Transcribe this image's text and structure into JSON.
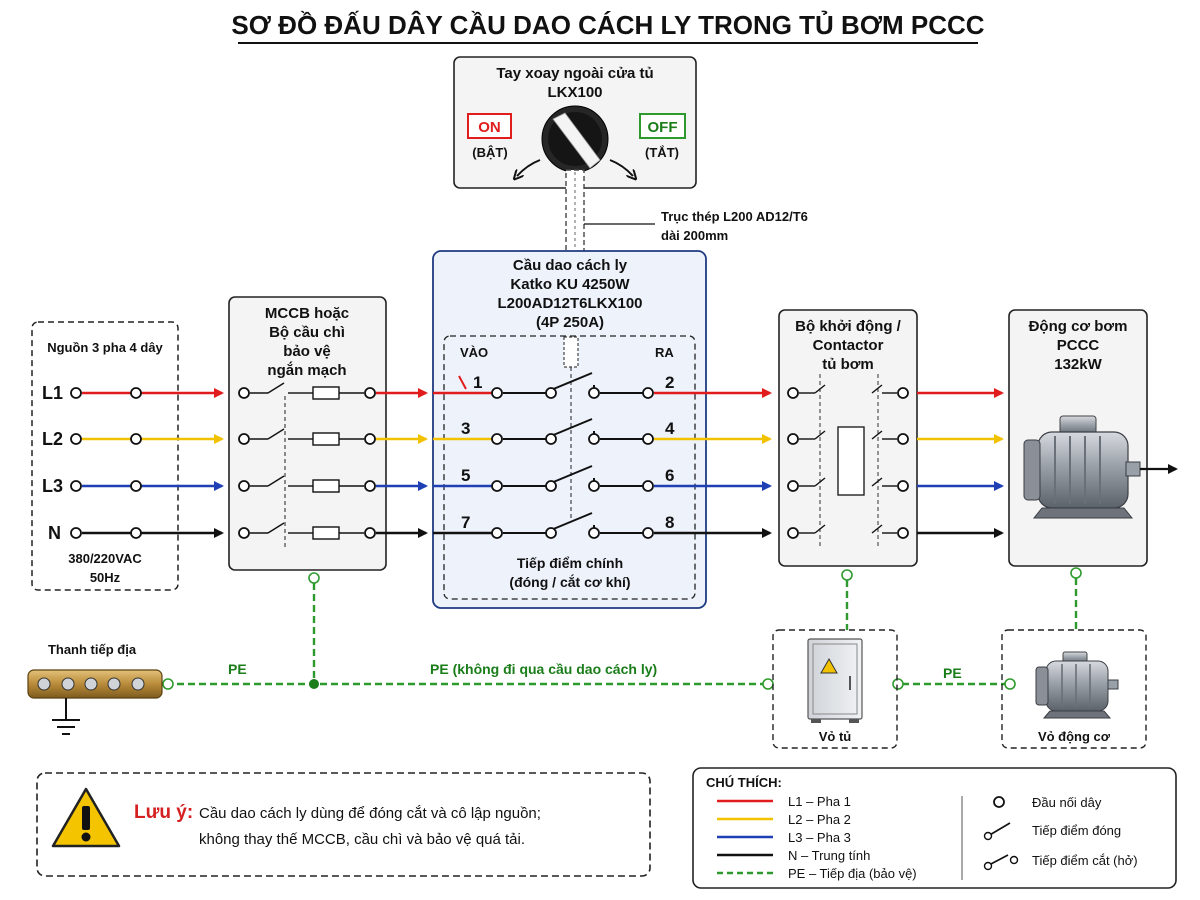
{
  "title": "SƠ ĐỒ ĐẤU DÂY CẦU DAO CÁCH LY TRONG TỦ BƠM PCCC",
  "colors": {
    "L1": "#e11c1c",
    "L2": "#f2c200",
    "L3": "#1f3fb4",
    "N": "#111111",
    "PE": "#2e9a2e",
    "breaker_fill": "#edf2fb",
    "breaker_border": "#1f3a80"
  },
  "handle": {
    "line1": "Tay xoay ngoài cửa tủ",
    "line2": "LKX100",
    "on_label": "ON",
    "on_sub": "(BẬT)",
    "off_label": "OFF",
    "off_sub": "(TẮT)"
  },
  "shaft": {
    "line1": "Trục thép L200 AD12/T6",
    "line2": "dài 200mm"
  },
  "source": {
    "title": "Nguồn 3 pha 4 dây",
    "phases": [
      "L1",
      "L2",
      "L3",
      "N"
    ],
    "voltage": "380/220VAC",
    "freq": "50Hz"
  },
  "mccb": {
    "line1": "MCCB hoặc",
    "line2": "Bộ cầu chì",
    "line3": "bảo vệ",
    "line4": "ngắn mạch"
  },
  "breaker": {
    "line1": "Cầu dao cách ly",
    "line2": "Katko KU 4250W",
    "line3": "L200AD12T6LKX100",
    "line4": "(4P 250A)",
    "in_label": "VÀO",
    "out_label": "RA",
    "in_terminals": [
      "1",
      "3",
      "5",
      "7"
    ],
    "out_terminals": [
      "2",
      "4",
      "6",
      "8"
    ],
    "contact_line1": "Tiếp điểm chính",
    "contact_line2": "(đóng / cắt cơ khí)"
  },
  "starter": {
    "line1": "Bộ khởi động /",
    "line2": "Contactor",
    "line3": "tủ bơm"
  },
  "motor": {
    "line1": "Động cơ bơm",
    "line2": "PCCC",
    "line3": "132kW"
  },
  "earth": {
    "bar_label": "Thanh tiếp địa",
    "pe_label": "PE",
    "pe_long": "PE (không đi qua cầu dao cách ly)",
    "pe_label2": "PE",
    "cabinet_label": "Vỏ tủ",
    "motor_shell_label": "Vỏ động cơ"
  },
  "note": {
    "title": "Lưu ý:",
    "line1": "Cầu dao cách ly dùng để đóng cắt và cô lập nguồn;",
    "line2": "không thay thế MCCB, cầu chì và bảo vệ quá tải."
  },
  "legend": {
    "title": "CHÚ THÍCH:",
    "l1": "L1 – Pha 1",
    "l2": "L2 – Pha 2",
    "l3": "L3 – Pha 3",
    "n": "N – Trung tính",
    "pe": "PE – Tiếp địa (bảo vệ)",
    "terminal": "Đầu nối dây",
    "closed": "Tiếp điểm đóng",
    "open": "Tiếp điểm cắt (hở)"
  }
}
